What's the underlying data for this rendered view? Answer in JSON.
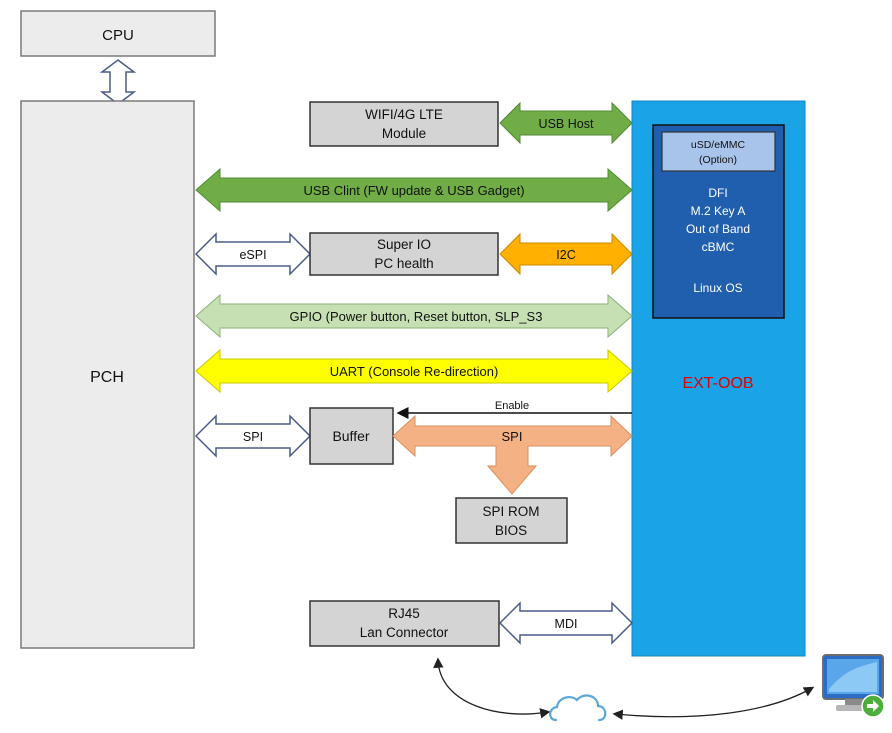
{
  "blocks": {
    "cpu": "CPU",
    "pch": "PCH",
    "wifi_line1": "WIFI/4G LTE",
    "wifi_line2": "Module",
    "superio_line1": "Super IO",
    "superio_line2": "PC health",
    "buffer": "Buffer",
    "spirom_line1": "SPI ROM",
    "spirom_line2": "BIOS",
    "rj45_line1": "RJ45",
    "rj45_line2": "Lan Connector",
    "ext_oob": "EXT-OOB",
    "usd_line1": "uSD/eMMC",
    "usd_line2": "(Option)",
    "module_line1": "DFI",
    "module_line2": "M.2 Key A",
    "module_line3": "Out of Band",
    "module_line4": "cBMC",
    "module_line5": "Linux OS"
  },
  "links": {
    "usb_host": "USB Host",
    "usb_client": "USB Clint (FW update & USB Gadget)",
    "espi": "eSPI",
    "i2c": "I2C",
    "gpio": "GPIO (Power button, Reset button, SLP_S3",
    "uart": "UART (Console Re-direction)",
    "enable": "Enable",
    "spi_left": "SPI",
    "spi_right": "SPI",
    "mdi": "MDI"
  },
  "colors": {
    "ext_oob_bg": "#1aa3e6",
    "module_bg": "#1f5fae",
    "green": "#70ad47",
    "light_green": "#c6e0b4",
    "orange": "#ffb000",
    "yellow": "#ffff00",
    "salmon": "#f4b183",
    "ext_oob_text": "#e00000"
  },
  "icons": {
    "cloud": "cloud-icon",
    "remote_pc": "remote-desktop-icon"
  }
}
